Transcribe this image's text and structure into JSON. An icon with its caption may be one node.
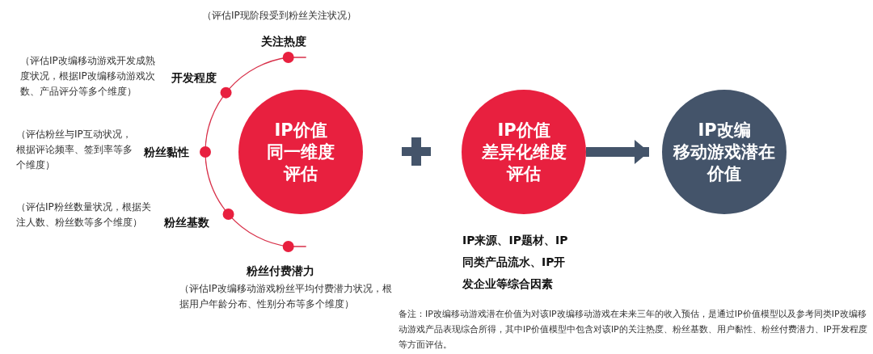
{
  "diagram": {
    "nodes": [
      {
        "text": [
          "关注热度"
        ],
        "beside": [
          "（评估IP现阶段受到粉丝关注状况）"
        ]
      },
      {
        "text": [
          "开发程度"
        ],
        "beside": [
          "（评估IP改编移动游戏开发成熟度状况，根据IP改编移动游戏次数、产品评分等多个维度）"
        ]
      },
      {
        "text": [
          "粉丝黏性"
        ],
        "beside": [
          "（评估粉丝与IP互动状况，根据评论频率、签到率等多个维度）"
        ]
      },
      {
        "text": [
          "粉丝基数"
        ],
        "beside": [
          "（评估IP粉丝数量状况，根据关注人数、粉丝数等多个维度）"
        ]
      },
      {
        "text": [
          "粉丝付费潜力"
        ],
        "beside": [
          "（评估IP改编移动游戏粉丝平均付费潜力状况，根据用户年龄分布、性别分布等多个维度）"
        ]
      },
      {
        "text": [
          "IP价值同一维度评估"
        ]
      },
      {
        "text": [
          "IP价值差异化维度评估"
        ],
        "beside": [
          "IP来源、IP题材、IP同类产品流水、IP开发企业等综合因素"
        ]
      },
      {
        "text": [
          "IP改编移动游戏潜在价值"
        ]
      }
    ],
    "edges": [
      {
        "from": 6,
        "to": 7,
        "arrow": "to"
      }
    ],
    "labels": [
      "备注：IP改编移动游戏潜在价值为对该IP改编移动游戏在未来三年的收入预估，是通过IP价值模型以及参考同类IP改编移动游戏产品表现综合所得，其中IP价值模型中包含对该IP的关注热度、粉丝基数、用户黏性、粉丝付费潜力、IP开发程度等方面评估。"
    ]
  }
}
